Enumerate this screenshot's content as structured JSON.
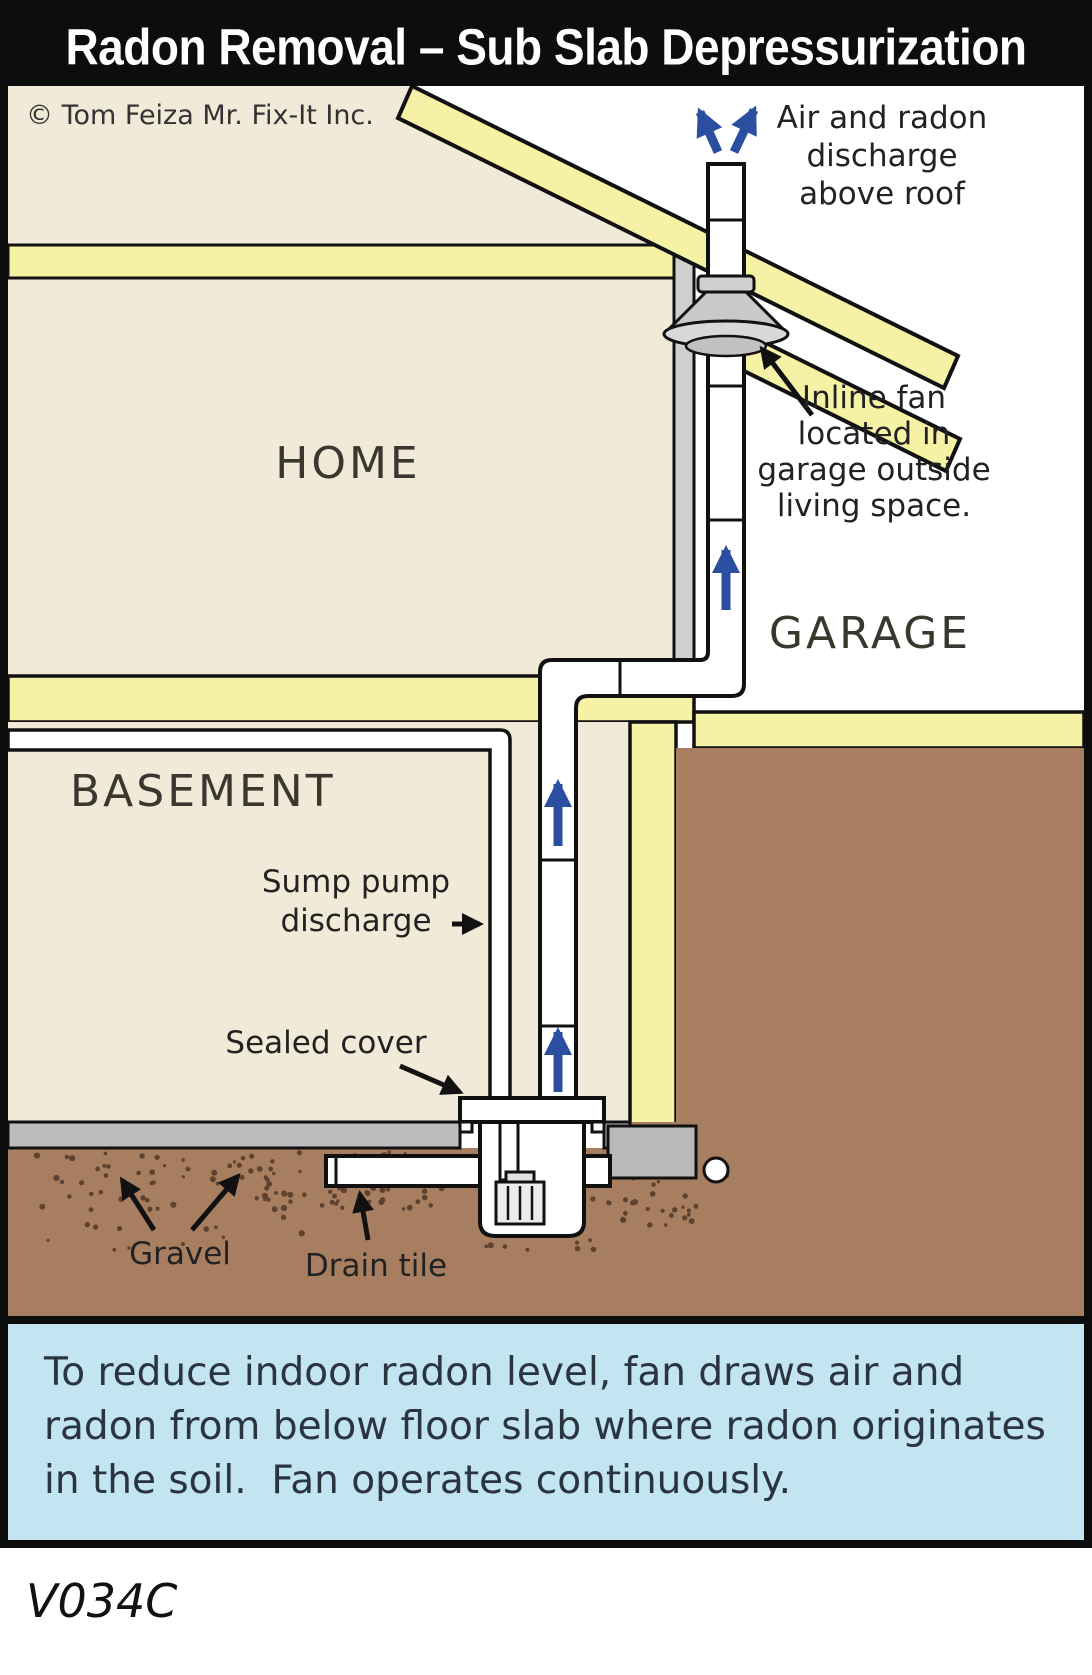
{
  "title": "Radon Removal – Sub Slab Depressurization",
  "copyright": "© Tom Feiza Mr. Fix-It Inc.",
  "rooms": {
    "home": "HOME",
    "garage": "GARAGE",
    "basement": "BASEMENT"
  },
  "annotations": {
    "discharge": {
      "line1": "Air and radon",
      "line2": "discharge",
      "line3": "above roof"
    },
    "inline_fan": {
      "line1": "Inline fan",
      "line2": "located in",
      "line3": "garage outside",
      "line4": "living space."
    },
    "sump": {
      "line1": "Sump pump",
      "line2": "discharge"
    },
    "sealed_cover": "Sealed cover",
    "gravel": "Gravel",
    "drain_tile": "Drain tile"
  },
  "caption": {
    "line1": "To reduce indoor radon level, fan draws air and",
    "line2": "radon from below floor slab where radon originates",
    "line3": "in the soil.  Fan operates continuously."
  },
  "footer_code": "V034C",
  "colors": {
    "wall_cream": "#f1ead9",
    "framing_yellow": "#f6f2a5",
    "soil_brown": "#a87e60",
    "slab_gray": "#bcbcbc",
    "caption_blue": "#c3e5f2",
    "arrow_blue": "#2b4ea0",
    "outline_black": "#111111"
  }
}
